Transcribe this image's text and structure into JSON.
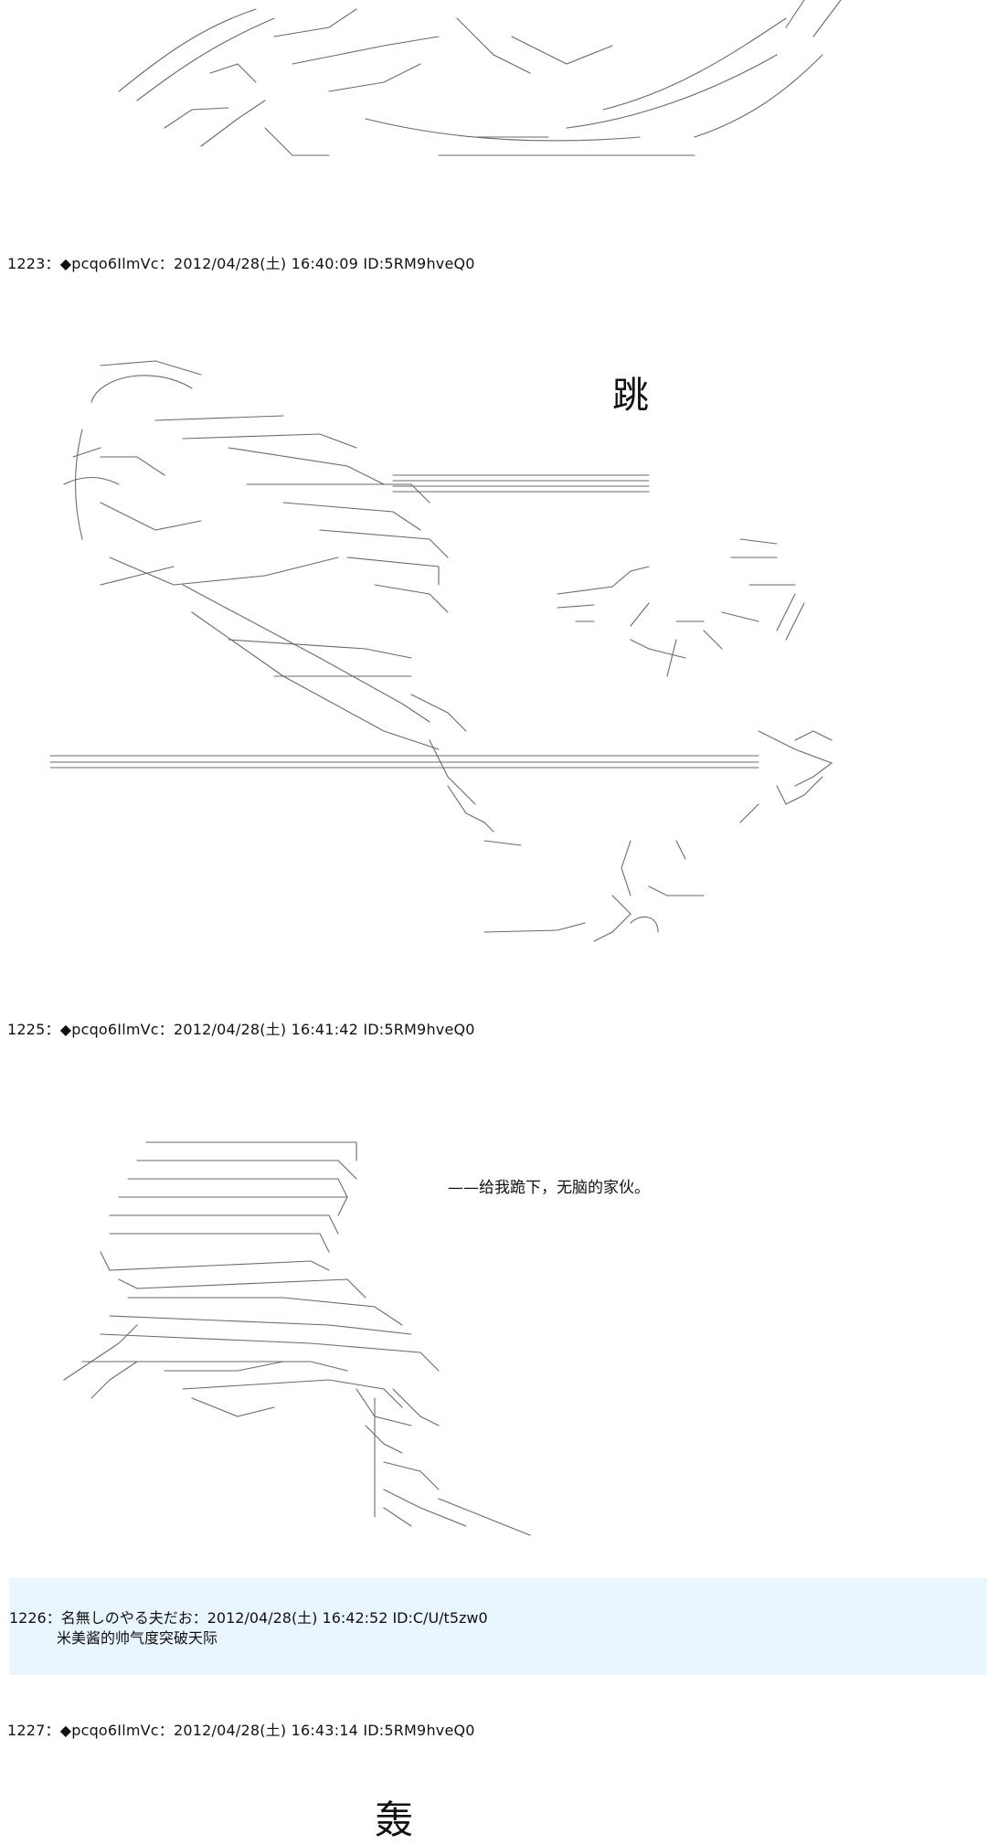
{
  "posts": [
    {
      "header": "1223：◆pcqo6IlmVc：2012/04/28(土) 16:40:09 ID:5RM9hveQ0"
    },
    {
      "header": "1225：◆pcqo6IlmVc：2012/04/28(土) 16:41:42 ID:5RM9hveQ0"
    },
    {
      "header": "1226：名無しのやる夫だお：2012/04/28(土) 16:42:52 ID:C/U/t5zw0",
      "body": "米美酱的帅气度突破天际"
    },
    {
      "header": "1227：◆pcqo6IlmVc：2012/04/28(土) 16:43:14 ID:5RM9hveQ0"
    }
  ],
  "sfx": {
    "jump": "跳",
    "line_1225": "——给我跪下，无脑的家伙。",
    "bottom": "轰"
  },
  "art_names": [
    "top-ascii-art",
    "kick-ascii-art",
    "kneeling-ascii-art"
  ]
}
